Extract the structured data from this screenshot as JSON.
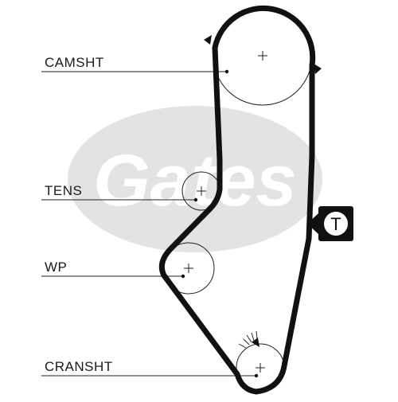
{
  "diagram": {
    "watermark": {
      "brand": "Gates",
      "color": "#e3e3e3"
    },
    "belt_color": "#111111",
    "components": [
      {
        "id": "camsht",
        "label": "CAMSHT"
      },
      {
        "id": "tens",
        "label": "TENS"
      },
      {
        "id": "wp",
        "label": "WP"
      },
      {
        "id": "cransht",
        "label": "CRANSHT"
      }
    ],
    "tension_marker": {
      "label": "T",
      "icon": "tension-point-icon"
    }
  }
}
